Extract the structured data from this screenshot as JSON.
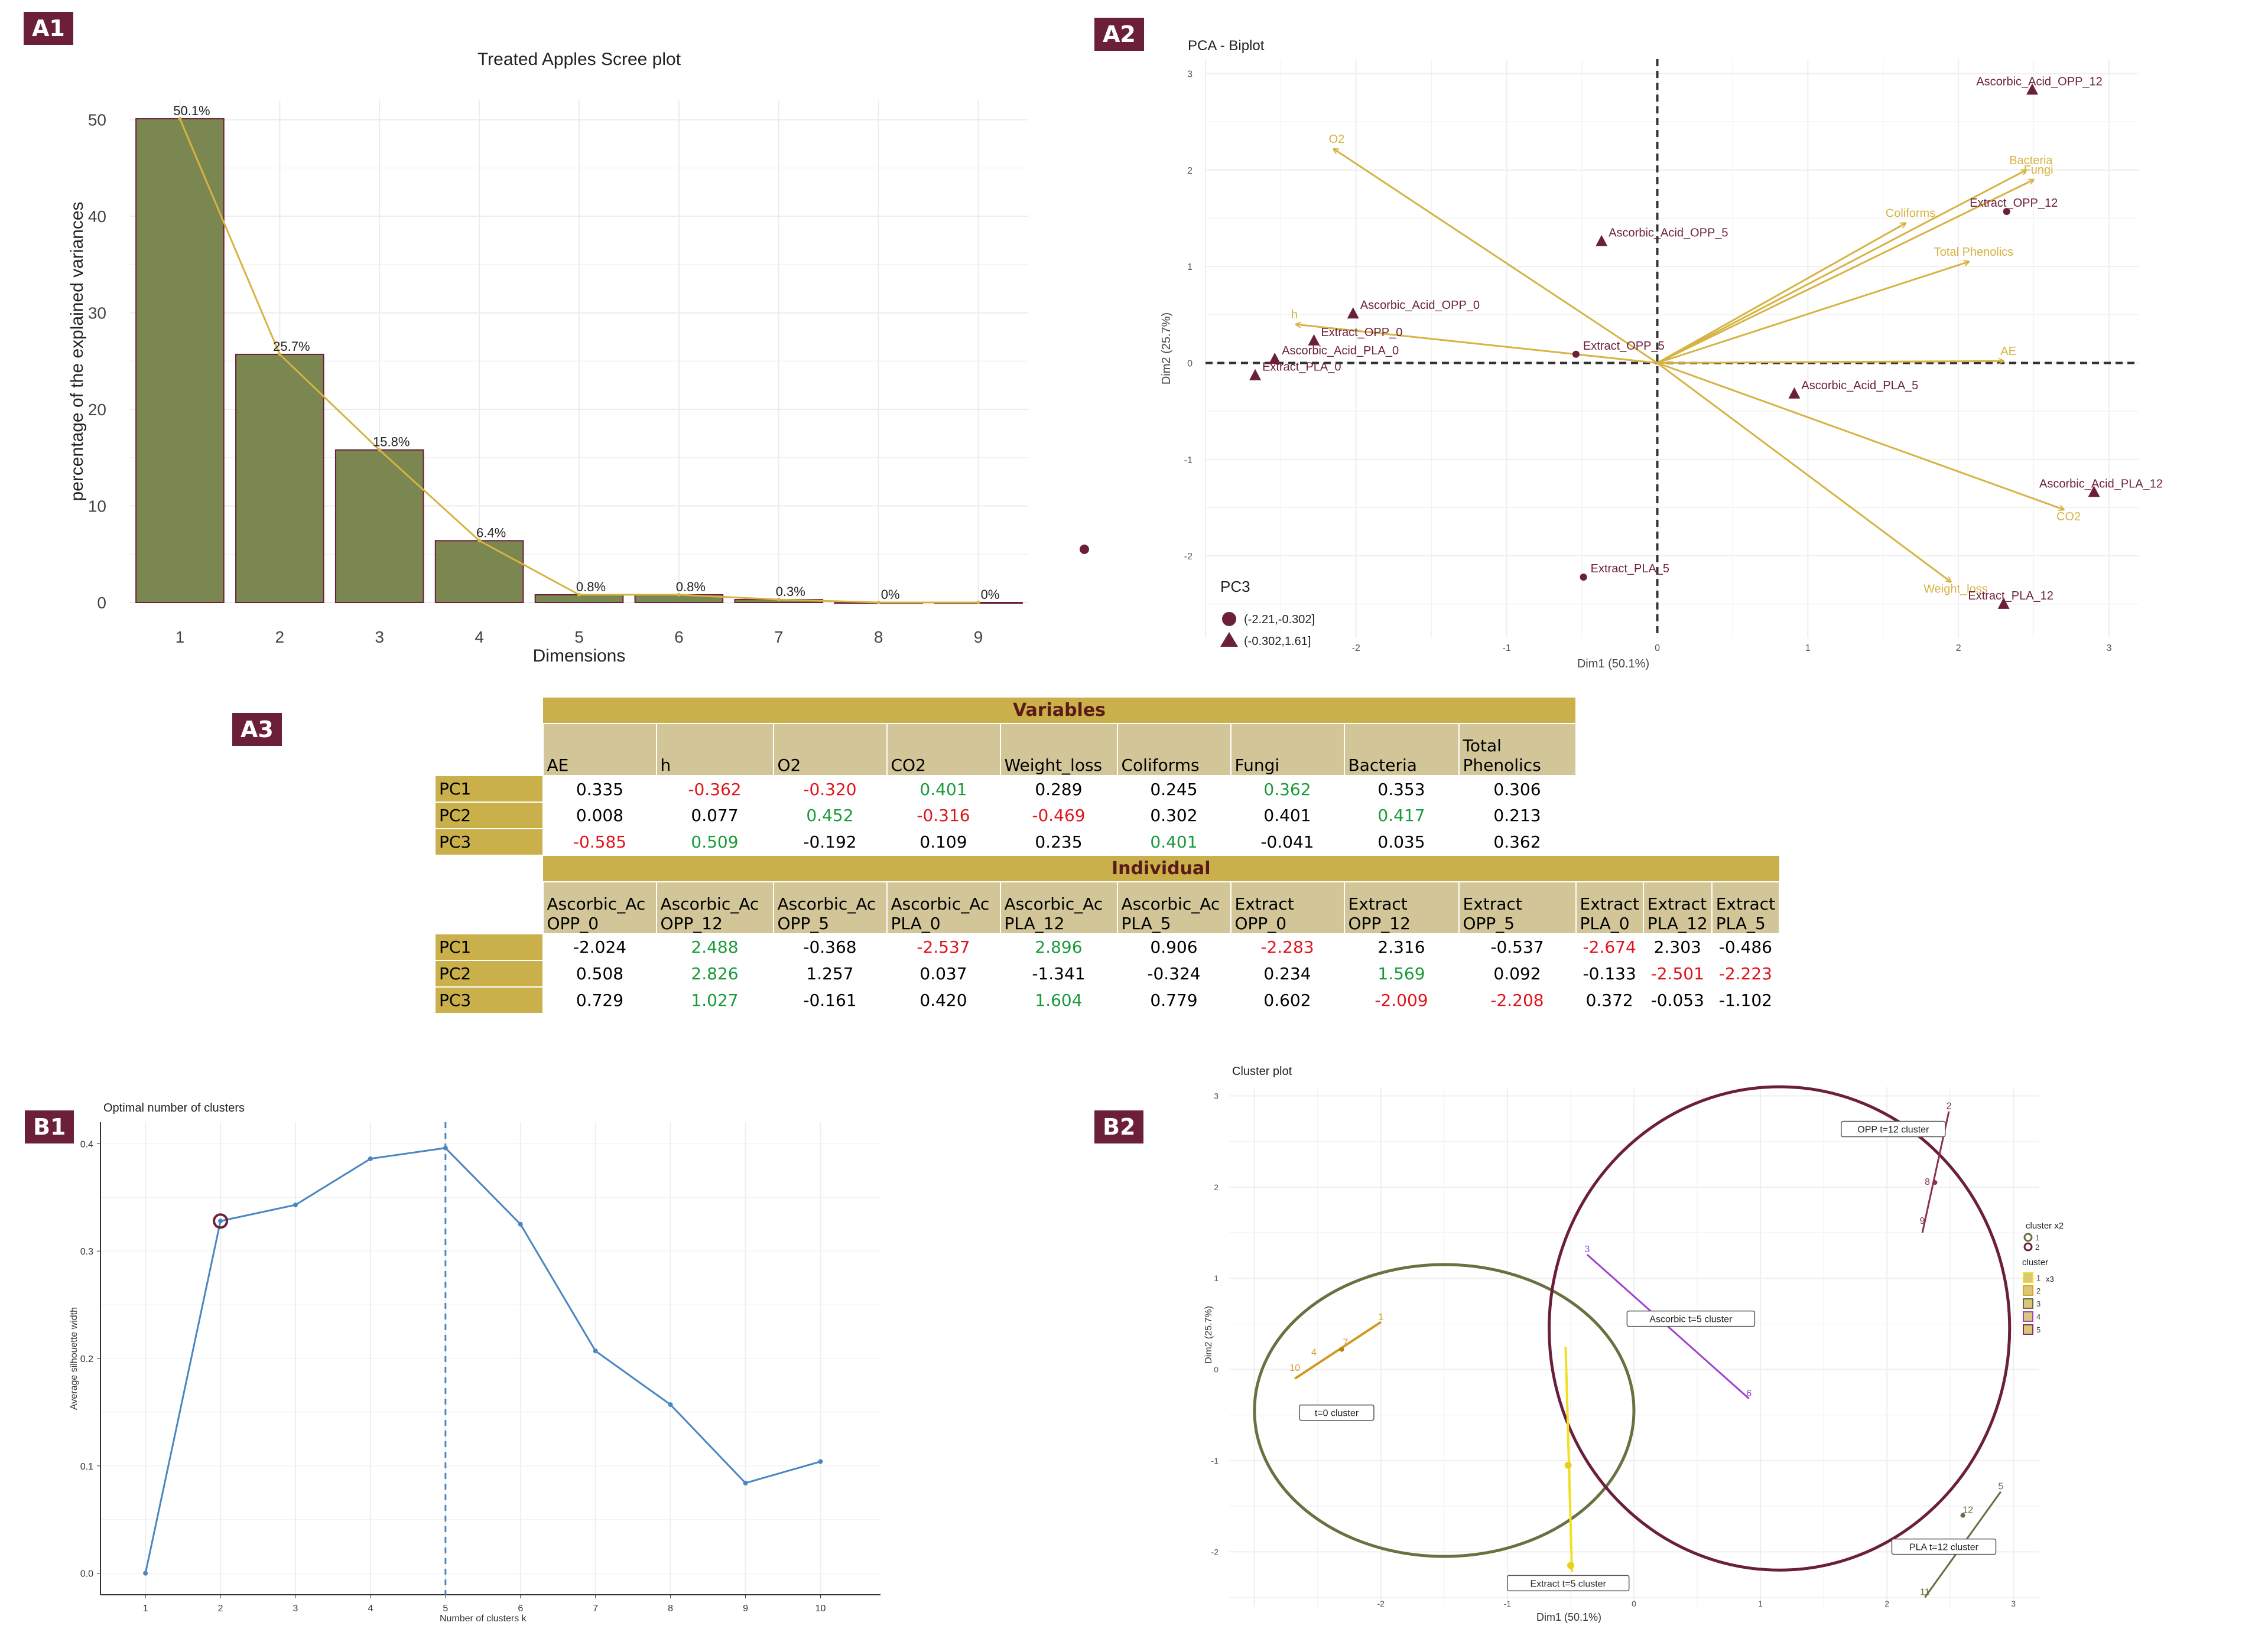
{
  "tags": {
    "a1": "A1",
    "a2": "A2",
    "a3": "A3",
    "b1": "B1",
    "b2": "B2"
  },
  "colors": {
    "bar_fill": "#7b8750",
    "bar_edge": "#6b1f3a",
    "accent_gold": "#d6b342",
    "wine": "#6b1f3a",
    "line_blue": "#4a86c0",
    "olive": "#6b7040",
    "purple": "#a040d0",
    "yellow": "#f0e020"
  },
  "chart_data": [
    {
      "id": "A1",
      "type": "bar",
      "title": "Treated Apples Scree plot",
      "xlabel": "Dimensions",
      "ylabel": "percentage of the explained variances",
      "categories": [
        "1",
        "2",
        "3",
        "4",
        "5",
        "6",
        "7",
        "8",
        "9"
      ],
      "values": [
        50.1,
        25.7,
        15.8,
        6.4,
        0.8,
        0.8,
        0.3,
        0,
        0
      ],
      "data_labels": [
        "50.1%",
        "25.7%",
        "15.8%",
        "6.4%",
        "0.8%",
        "0.8%",
        "0.3%",
        "0%",
        "0%"
      ],
      "yticks": [
        "0",
        "10",
        "20",
        "30",
        "40",
        "50"
      ],
      "ylim": [
        0,
        52
      ],
      "grid": true
    },
    {
      "id": "A2",
      "type": "scatter",
      "title": "PCA - Biplot",
      "xlabel": "Dim1 (50.1%)",
      "ylabel": "Dim2 (25.7%)",
      "xlim": [
        -3.0,
        3.2
      ],
      "ylim": [
        -2.85,
        3.15
      ],
      "xticks": [
        "-2",
        "-1",
        "0",
        "1",
        "2",
        "3"
      ],
      "yticks": [
        "-2",
        "-1",
        "0",
        "1",
        "2",
        "3"
      ],
      "legend_title": "PC3",
      "legend_items": [
        "(-2.21,-0.302]",
        "(-0.302,1.61]"
      ],
      "legend_position": "bottom-left",
      "points": [
        {
          "label": "Ascorbic_Acid_OPP_12",
          "x": 2.49,
          "y": 2.83,
          "shape": "triangle"
        },
        {
          "label": "Extract_OPP_12",
          "x": 2.32,
          "y": 1.57,
          "shape": "circle"
        },
        {
          "label": "Ascorbic_Acid_OPP_5",
          "x": -0.37,
          "y": 1.26,
          "shape": "triangle"
        },
        {
          "label": "Ascorbic_Acid_OPP_0",
          "x": -2.02,
          "y": 0.51,
          "shape": "triangle"
        },
        {
          "label": "Extract_OPP_0",
          "x": -2.28,
          "y": 0.23,
          "shape": "triangle"
        },
        {
          "label": "Ascorbic_Acid_PLA_0",
          "x": -2.54,
          "y": 0.04,
          "shape": "triangle"
        },
        {
          "label": "Extract_PLA_0",
          "x": -2.67,
          "y": -0.13,
          "shape": "triangle"
        },
        {
          "label": "Extract_OPP_5",
          "x": -0.54,
          "y": 0.09,
          "shape": "circle"
        },
        {
          "label": "Ascorbic_Acid_PLA_5",
          "x": 0.91,
          "y": -0.32,
          "shape": "triangle"
        },
        {
          "label": "Ascorbic_Acid_PLA_12",
          "x": 2.9,
          "y": -1.34,
          "shape": "triangle"
        },
        {
          "label": "Extract_PLA_5",
          "x": -0.49,
          "y": -2.22,
          "shape": "circle"
        },
        {
          "label": "Extract_PLA_12",
          "x": 2.3,
          "y": -2.5,
          "shape": "triangle"
        }
      ],
      "vectors": [
        {
          "label": "O2",
          "x": -2.15,
          "y": 2.22
        },
        {
          "label": "Bacteria",
          "x": 2.45,
          "y": 2.0
        },
        {
          "label": "Fungi",
          "x": 2.5,
          "y": 1.9
        },
        {
          "label": "Coliforms",
          "x": 1.65,
          "y": 1.45
        },
        {
          "label": "Total Phenolics",
          "x": 2.07,
          "y": 1.05
        },
        {
          "label": "h",
          "x": -2.4,
          "y": 0.4
        },
        {
          "label": "AE",
          "x": 2.3,
          "y": 0.02
        },
        {
          "label": "CO2",
          "x": 2.7,
          "y": -1.52
        },
        {
          "label": "Weight_loss",
          "x": 1.95,
          "y": -2.27
        }
      ]
    },
    {
      "id": "B1",
      "type": "line",
      "title": "Optimal number of clusters",
      "xlabel": "Number of clusters k",
      "ylabel": "Average silhouette width",
      "x": [
        1,
        2,
        3,
        4,
        5,
        6,
        7,
        8,
        9,
        10
      ],
      "values": [
        0.0,
        0.328,
        0.343,
        0.386,
        0.396,
        0.325,
        0.207,
        0.157,
        0.084,
        0.104
      ],
      "xticks": [
        "1",
        "2",
        "3",
        "4",
        "5",
        "6",
        "7",
        "8",
        "9",
        "10"
      ],
      "yticks": [
        "0.0",
        "0.1",
        "0.2",
        "0.3",
        "0.4"
      ],
      "ylim": [
        -0.02,
        0.42
      ],
      "optimal_k": 5,
      "highlight_k": 2
    },
    {
      "id": "B2",
      "type": "scatter",
      "title": "Cluster plot",
      "xlabel": "Dim1 (50.1%)",
      "ylabel": "Dim2 (25.7%)",
      "xlim": [
        -3.2,
        3.2
      ],
      "ylim": [
        -2.6,
        3.1
      ],
      "xticks": [
        "-2",
        "-1",
        "0",
        "1",
        "2",
        "3"
      ],
      "yticks": [
        "-2",
        "-1",
        "0",
        "1",
        "2",
        "3"
      ],
      "legend": {
        "title_x2": "cluster x2",
        "x2_items": [
          "1",
          "2"
        ],
        "title_cluster": "cluster",
        "x3_label": "x3",
        "cluster_items": [
          "1",
          "2",
          "3",
          "4",
          "5"
        ]
      },
      "box_labels": [
        "OPP t=12 cluster",
        "Ascorbic t=5 cluster",
        "t=0 cluster",
        "Extract t=5 cluster",
        "PLA t=12 cluster"
      ],
      "point_labels": [
        {
          "t": "1",
          "x": -2.0,
          "y": 0.52
        },
        {
          "t": "7",
          "x": -2.28,
          "y": 0.24
        },
        {
          "t": "4",
          "x": -2.53,
          "y": 0.13
        },
        {
          "t": "10",
          "x": -2.68,
          "y": -0.04
        },
        {
          "t": "3",
          "x": -0.37,
          "y": 1.26
        },
        {
          "t": "6",
          "x": 0.91,
          "y": -0.32
        },
        {
          "t": "2",
          "x": 2.49,
          "y": 2.83
        },
        {
          "t": "8",
          "x": 2.32,
          "y": 2.0
        },
        {
          "t": "9",
          "x": 2.28,
          "y": 1.57
        },
        {
          "t": "5",
          "x": 2.9,
          "y": -1.34
        },
        {
          "t": "11",
          "x": 2.3,
          "y": -2.5
        },
        {
          "t": "12",
          "x": 2.64,
          "y": -1.6
        }
      ]
    },
    {
      "id": "A3",
      "type": "table",
      "variables_title": "Variables",
      "variables_headers": [
        "AE",
        "h",
        "O2",
        "CO2",
        "Weight_loss",
        "Coliforms",
        "Fungi",
        "Bacteria",
        "Total Phenolics"
      ],
      "variables_rows": [
        {
          "label": "PC1",
          "values": [
            "0.335",
            "-0.362",
            "-0.320",
            "0.401",
            "0.289",
            "0.245",
            "0.362",
            "0.353",
            "0.306"
          ]
        },
        {
          "label": "PC2",
          "values": [
            "0.008",
            "0.077",
            "0.452",
            "-0.316",
            "-0.469",
            "0.302",
            "0.401",
            "0.417",
            "0.213"
          ]
        },
        {
          "label": "PC3",
          "values": [
            "-0.585",
            "0.509",
            "-0.192",
            "0.109",
            "0.235",
            "0.401",
            "-0.041",
            "0.035",
            "0.362"
          ]
        }
      ],
      "individual_title": "Individual",
      "individual_headers": [
        [
          "Ascorbic_Ac",
          "OPP_0"
        ],
        [
          "Ascorbic_Ac",
          "OPP_12"
        ],
        [
          "Ascorbic_Ac",
          "OPP_5"
        ],
        [
          "Ascorbic_Ac",
          "PLA_0"
        ],
        [
          "Ascorbic_Ac",
          "PLA_12"
        ],
        [
          "Ascorbic_Ac",
          "PLA_5"
        ],
        [
          "Extract",
          "OPP_0"
        ],
        [
          "Extract",
          "OPP_12"
        ],
        [
          "Extract",
          "OPP_5"
        ],
        [
          "Extract",
          "PLA_0"
        ],
        [
          "Extract",
          "PLA_12"
        ],
        [
          "Extract",
          "PLA_5"
        ]
      ],
      "individual_rows": [
        {
          "label": "PC1",
          "values": [
            "-2.024",
            "2.488",
            "-0.368",
            "-2.537",
            "2.896",
            "0.906",
            "-2.283",
            "2.316",
            "-0.537",
            "-2.674",
            "2.303",
            "-0.486"
          ]
        },
        {
          "label": "PC2",
          "values": [
            "0.508",
            "2.826",
            "1.257",
            "0.037",
            "-1.341",
            "-0.324",
            "0.234",
            "1.569",
            "0.092",
            "-0.133",
            "-2.501",
            "-2.223"
          ]
        },
        {
          "label": "PC3",
          "values": [
            "0.729",
            "1.027",
            "-0.161",
            "0.420",
            "1.604",
            "0.779",
            "0.602",
            "-2.009",
            "-2.208",
            "0.372",
            "-0.053",
            "-1.102"
          ]
        }
      ]
    }
  ]
}
